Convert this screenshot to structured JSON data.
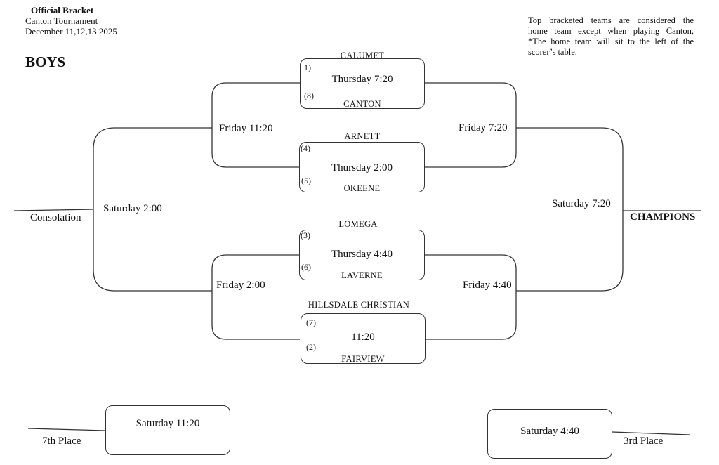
{
  "header": {
    "title": "Official Bracket",
    "tournament": "Canton Tournament",
    "dates": "December 11,12,13 2025"
  },
  "division": "BOYS",
  "note": {
    "line1": "Top bracketed teams are considered the",
    "line2": "home team except when playing Canton,",
    "line3": "*The home team will sit to the left of the",
    "line4": "scorer’s table."
  },
  "first_round": [
    {
      "top_team": "CALUMET",
      "top_seed": "1)",
      "time": "Thursday 7:20",
      "bottom_seed": "(8)",
      "bottom_team": "CANTON"
    },
    {
      "top_team": "ARNETT",
      "top_seed": "(4)",
      "time": "Thursday 2:00",
      "bottom_seed": "(5)",
      "bottom_team": "OKEENE"
    },
    {
      "top_team": "LOMEGA",
      "top_seed": "(3)",
      "time": "Thursday 4:40",
      "bottom_seed": "(6)",
      "bottom_team": "LAVERNE"
    },
    {
      "top_team": "HILLSDALE CHRISTIAN",
      "top_seed": "(7)",
      "time": "11:20",
      "bottom_seed": "(2)",
      "bottom_team": "FAIRVIEW"
    }
  ],
  "second_round": {
    "consolation_top": "Friday 11:20",
    "consolation_bottom": "Friday 2:00",
    "winners_top": "Friday 7:20",
    "winners_bottom": "Friday 4:40"
  },
  "finals": {
    "consolation_time": "Saturday 2:00",
    "consolation_label": "Consolation",
    "championship_time": "Saturday 7:20",
    "championship_label": "CHAMPIONS"
  },
  "placement_games": {
    "seventh_time": "Saturday 11:20",
    "seventh_label": "7th  Place",
    "third_time": "Saturday 4:40",
    "third_label": "3rd Place"
  }
}
